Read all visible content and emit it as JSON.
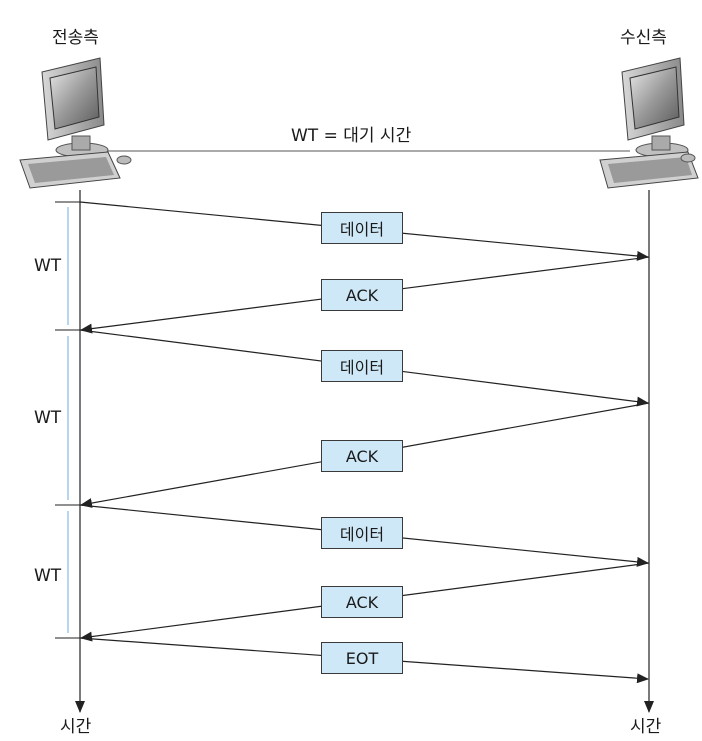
{
  "sender": {
    "label": "전송측",
    "time_label": "시간"
  },
  "receiver": {
    "label": "수신측",
    "time_label": "시간"
  },
  "link_label": "WT = 대기 시간",
  "wait_label": "WT",
  "messages": {
    "data1": "데이터",
    "ack1": "ACK",
    "data2": "데이터",
    "ack2": "ACK",
    "data3": "데이터",
    "ack3": "ACK",
    "eot": "EOT"
  },
  "colors": {
    "box_fill": "#cfe8f7",
    "wt_bracket": "#9ec9ec",
    "line": "#222222"
  }
}
